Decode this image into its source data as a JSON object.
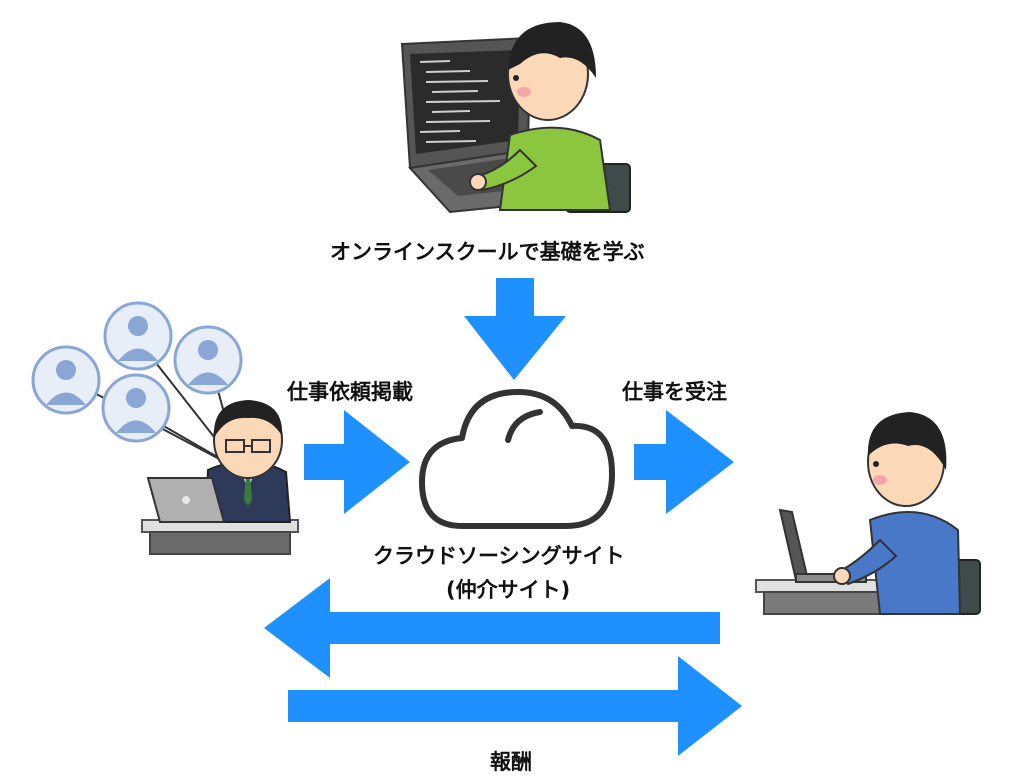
{
  "diagram": {
    "school_label": "オンラインスクールで基礎を学ぶ",
    "post_label": "仕事依頼掲載",
    "accept_label": "仕事を受注",
    "site_label_line1": "クラウドソーシングサイト",
    "site_label_line2": "(仲介サイト)",
    "reward_label": "報酬"
  },
  "colors": {
    "arrow": "#1e90ff",
    "cloud_stroke": "#333333",
    "client_circles": "#8aa6d4"
  },
  "icons": {
    "learner": "student-laptop-icon",
    "client": "client-businessman-icon",
    "worker": "freelancer-laptop-icon",
    "site": "cloud-icon"
  }
}
